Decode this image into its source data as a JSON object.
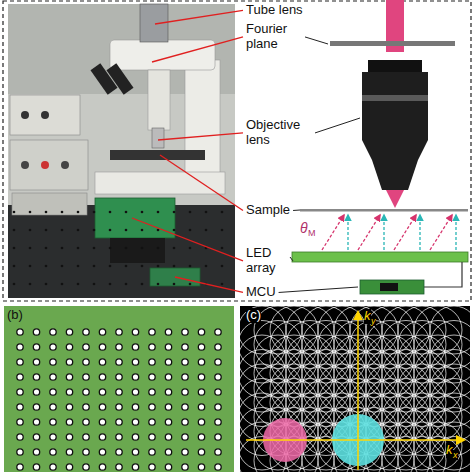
{
  "diagram": {
    "labels": [
      "Tube lens",
      "Fourier plane",
      "Objective lens",
      "Sample",
      "LED array",
      "MCU",
      "θ",
      "M",
      "(b)",
      "(c)",
      "k",
      "x",
      "k",
      "y"
    ]
  }
}
